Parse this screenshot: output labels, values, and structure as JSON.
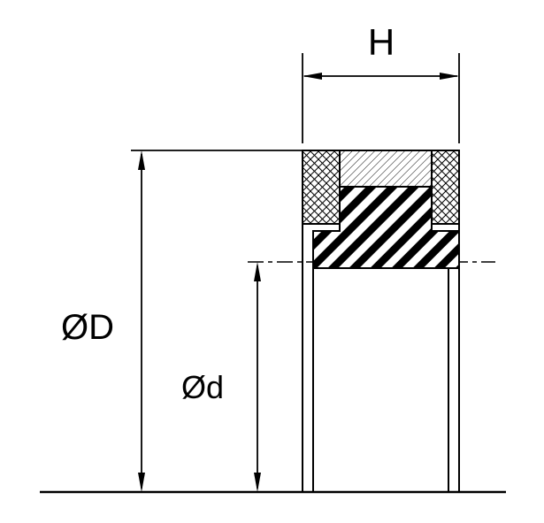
{
  "diagram": {
    "colors": {
      "line": "#000000",
      "background": "#ffffff"
    },
    "dimensions": {
      "height": {
        "label": "H"
      },
      "outer_diameter": {
        "label": "ØD"
      },
      "inner_diameter": {
        "label": "Ød"
      }
    }
  }
}
